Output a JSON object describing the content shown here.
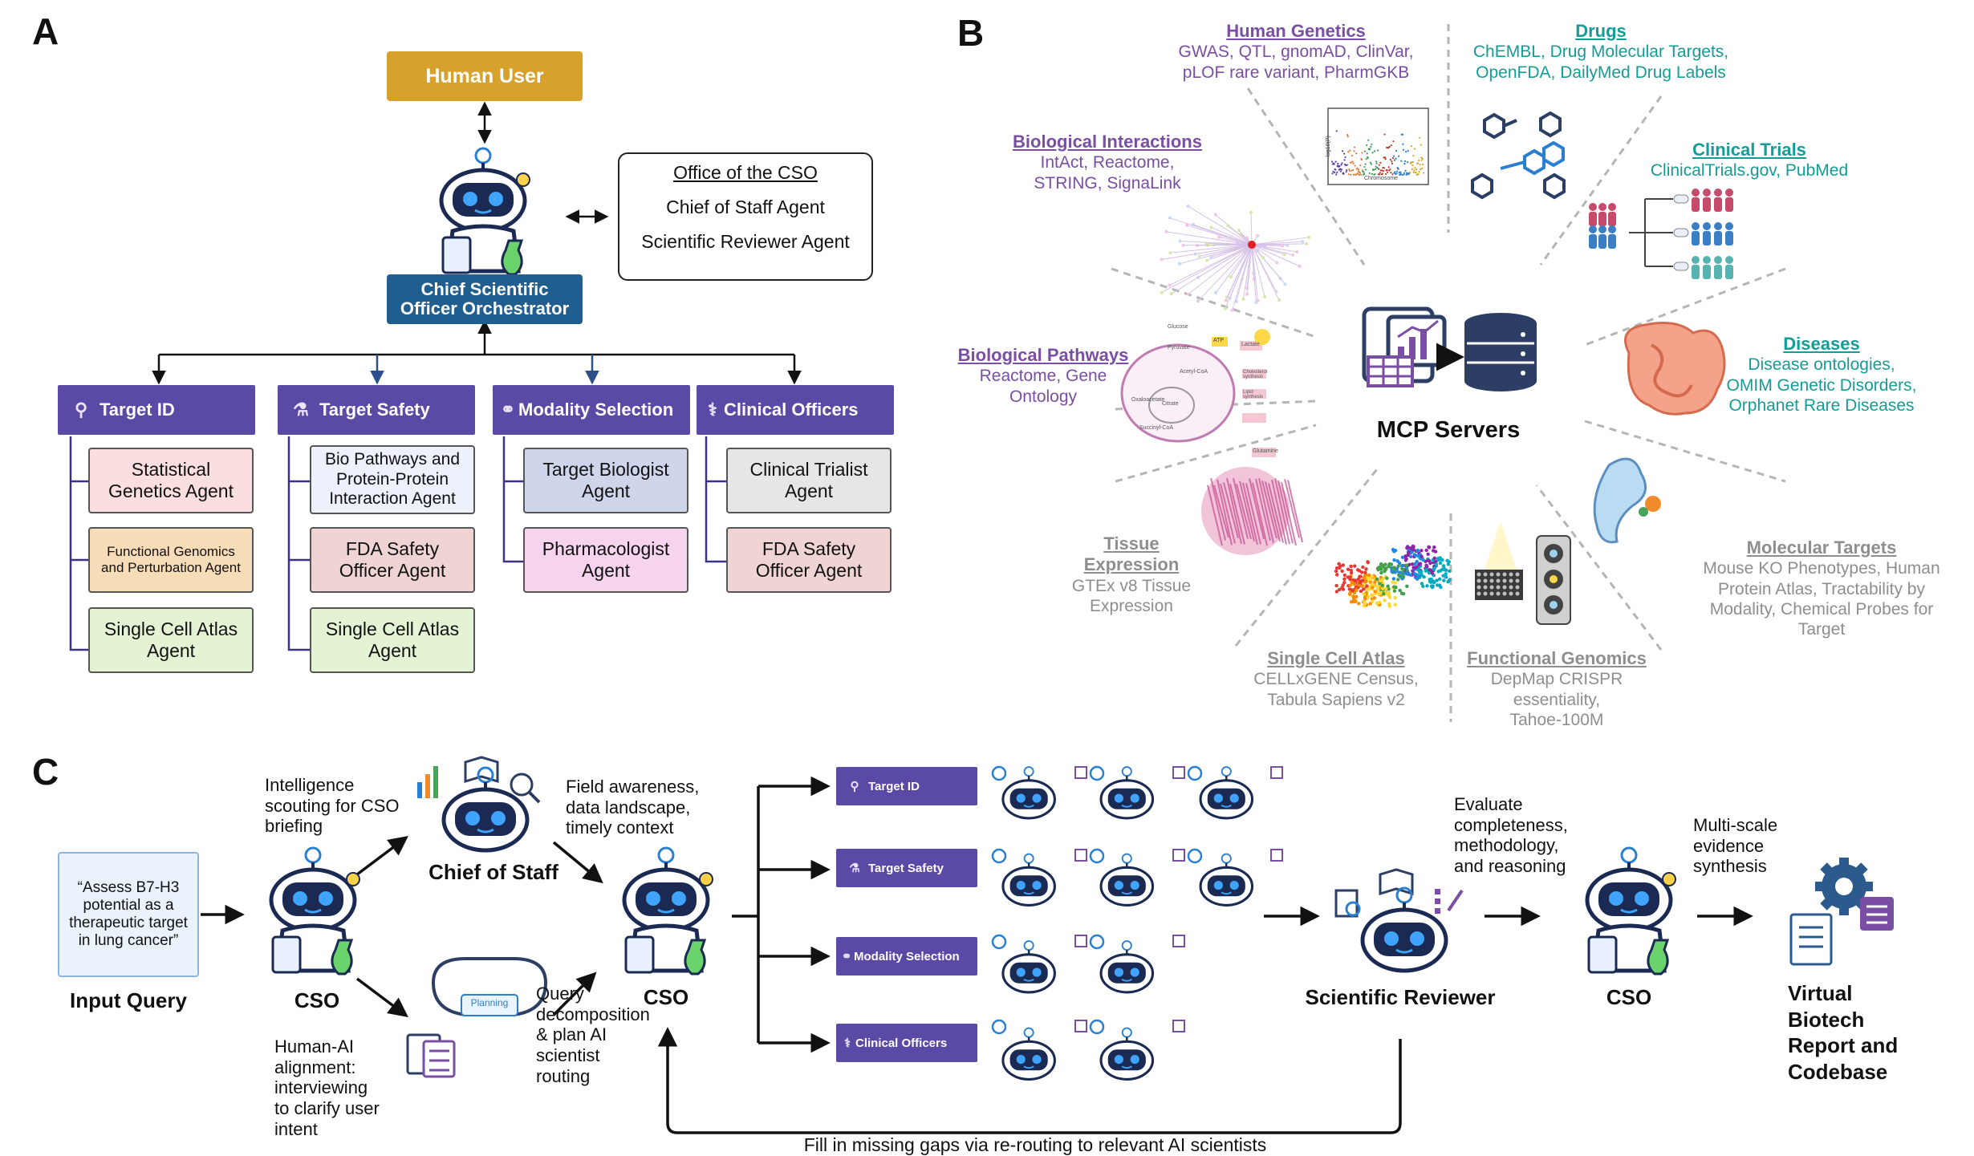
{
  "panels": {
    "a": "A",
    "b": "B",
    "c": "C"
  },
  "panel_a": {
    "human_user": "Human User",
    "cso": "Chief Scientific Officer Orchestrator",
    "office": {
      "title": "Office of the CSO",
      "chief_of_staff": "Chief of Staff Agent",
      "reviewer": "Scientific Reviewer Agent"
    },
    "columns": [
      {
        "header": "Target ID",
        "icon": "search-icon",
        "agents": [
          "Statistical Genetics Agent",
          "Functional Genomics and Perturbation Agent",
          "Single Cell Atlas Agent"
        ]
      },
      {
        "header": "Target Safety",
        "icon": "vial-icon",
        "agents": [
          "Bio Pathways and Protein-Protein Interaction Agent",
          "FDA Safety Officer Agent",
          "Single Cell Atlas Agent"
        ]
      },
      {
        "header": "Modality Selection",
        "icon": "pill-icon",
        "agents": [
          "Target Biologist Agent",
          "Pharmacologist Agent"
        ]
      },
      {
        "header": "Clinical Officers",
        "icon": "stethoscope-icon",
        "agents": [
          "Clinical Trialist Agent",
          "FDA Safety Officer Agent"
        ]
      }
    ],
    "agent_colors": [
      "#fbdfe0",
      "#f6dcb7",
      "#e5f3d5",
      "#ecf1fb",
      "#f0d3d3",
      "#e5f3d5",
      "#cfd6ec",
      "#f6d4ee",
      "#e6e6e6",
      "#f0d3d3"
    ]
  },
  "panel_b": {
    "center": "MCP Servers",
    "sources": {
      "human_genetics": {
        "title": "Human Genetics",
        "lines": [
          "GWAS, QTL, gnomAD, ClinVar,",
          "pLOF rare variant, PharmGKB"
        ]
      },
      "drugs": {
        "title": "Drugs",
        "lines": [
          "ChEMBL, Drug Molecular Targets,",
          "OpenFDA, DailyMed Drug Labels"
        ]
      },
      "bio_interactions": {
        "title": "Biological Interactions",
        "lines": [
          "IntAct, Reactome,",
          "STRING, SignaLink"
        ]
      },
      "clinical_trials": {
        "title": "Clinical Trials",
        "lines": [
          "ClinicalTrials.gov, PubMed"
        ]
      },
      "bio_pathways": {
        "title": "Biological Pathways",
        "lines": [
          "Reactome, Gene",
          "Ontology"
        ]
      },
      "diseases": {
        "title": "Diseases",
        "lines": [
          "Disease ontologies,",
          "OMIM Genetic Disorders,",
          "Orphanet Rare Diseases"
        ]
      },
      "tissue": {
        "title_lines": [
          "Tissue",
          "Expression"
        ],
        "lines": [
          "GTEx v8 Tissue",
          "Expression"
        ]
      },
      "molecular_targets": {
        "title": "Molecular Targets",
        "lines": [
          "Mouse KO Phenotypes, Human",
          "Protein Atlas, Tractability by",
          "Modality, Chemical Probes for",
          "Target"
        ]
      },
      "single_cell": {
        "title": "Single Cell Atlas",
        "lines": [
          "CELLxGENE Census,",
          "Tabula Sapiens v2"
        ]
      },
      "functional_genomics": {
        "title": "Functional Genomics",
        "lines": [
          "DepMap CRISPR",
          "essentiality,",
          "Tahoe-100M"
        ]
      }
    },
    "mini_chart_axis": "Chromosome",
    "mini_chart_y": "-log10(P)",
    "pathway_nodes": [
      "Glucose",
      "Pyruvate",
      "Acetyl-CoA",
      "Oxaloacetate",
      "Citrate",
      "Succinyl-CoA",
      "ATP",
      "Lactate",
      "Cholesterol synthesis",
      "Lipid synthesis",
      "Glutamine"
    ]
  },
  "panel_c": {
    "input_query": "“Assess B7-H3 potential as a therapeutic target in lung cancer”",
    "input_label": "Input Query",
    "cso_label": "CSO",
    "chief_of_staff": "Chief of Staff",
    "planning": "Planning",
    "intel": [
      "Intelligence",
      "scouting for CSO",
      "briefing"
    ],
    "human_ai": [
      "Human-AI",
      "alignment:",
      "interviewing",
      "to clarify user",
      "intent"
    ],
    "field_awareness": [
      "Field awareness,",
      "data landscape,",
      "timely context"
    ],
    "query_decomp": [
      "Query",
      "decomposition",
      "& plan AI",
      "scientist",
      "routing"
    ],
    "teams": [
      "Target ID",
      "Target Safety",
      "Modality Selection",
      "Clinical Officers"
    ],
    "evaluate": [
      "Evaluate",
      "completeness,",
      "methodology,",
      "and reasoning"
    ],
    "reviewer": "Scientific Reviewer",
    "multiscale": [
      "Multi-scale",
      "evidence",
      "synthesis"
    ],
    "report": [
      "Virtual",
      "Biotech",
      "Report and",
      "Codebase"
    ],
    "feedback": "Fill in missing gaps via re-routing to relevant AI scientists"
  },
  "colors": {
    "gold": "#d6a22c",
    "navy": "#1f5e8e",
    "purple_header": "#5a4aa6",
    "purple_text": "#7a4ea3",
    "teal_text": "#159c96",
    "gray_text": "#8e8e8e",
    "robot_body": "#1b2a52"
  }
}
